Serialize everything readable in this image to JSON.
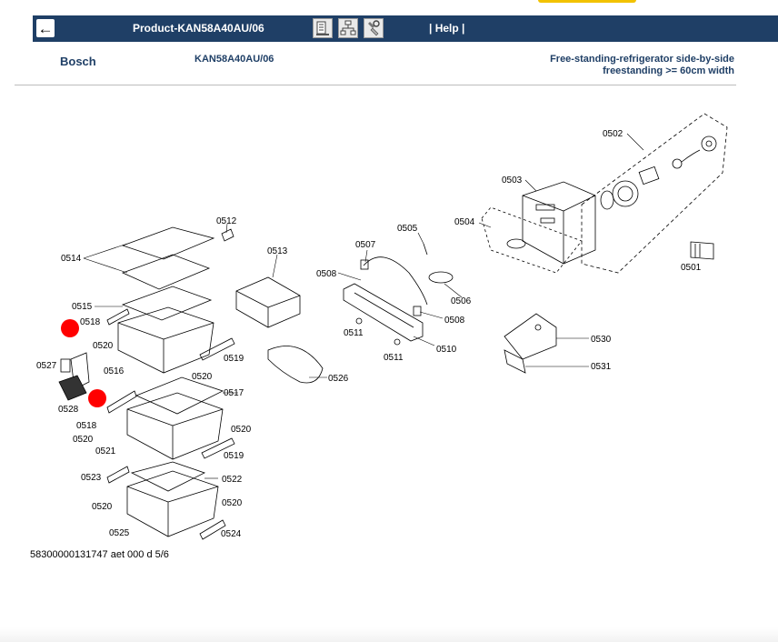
{
  "header": {
    "back_icon": "arrow-left-icon",
    "title": "Product-KAN58A40AU/06",
    "tools": [
      "parts-list-icon",
      "hierarchy-icon",
      "repair-tool-icon"
    ],
    "help": "| Help |",
    "bar_color": "#1f3f66"
  },
  "info": {
    "brand": "Bosch",
    "model": "KAN58A40AU/06",
    "description_line1": "Free-standing-refrigerator side-by-side",
    "description_line2": "freestanding >= 60cm width"
  },
  "diagram": {
    "labels": {
      "p0502": "0502",
      "p0503": "0503",
      "p0504": "0504",
      "p0505": "0505",
      "p0501": "0501",
      "p0506": "0506",
      "p0507": "0507",
      "p0508a": "0508",
      "p0508b": "0508",
      "p0510": "0510",
      "p0511a": "0511",
      "p0511b": "0511",
      "p0512": "0512",
      "p0513": "0513",
      "p0514": "0514",
      "p0515": "0515",
      "p0516": "0516",
      "p0517": "0517",
      "p0518a": "0518",
      "p0518b": "0518",
      "p0519a": "0519",
      "p0519b": "0519",
      "p0520a": "0520",
      "p0520b": "0520",
      "p0520c": "0520",
      "p0520d": "0520",
      "p0520e": "0520",
      "p0520f": "0520",
      "p0521": "0521",
      "p0522": "0522",
      "p0523": "0523",
      "p0524": "0524",
      "p0525": "0525",
      "p0526": "0526",
      "p0527": "0527",
      "p0528": "0528",
      "p0530": "0530",
      "p0531": "0531"
    },
    "marker_color": "#ff0000",
    "reference": "58300000131747 aet 000 d 5/6"
  }
}
